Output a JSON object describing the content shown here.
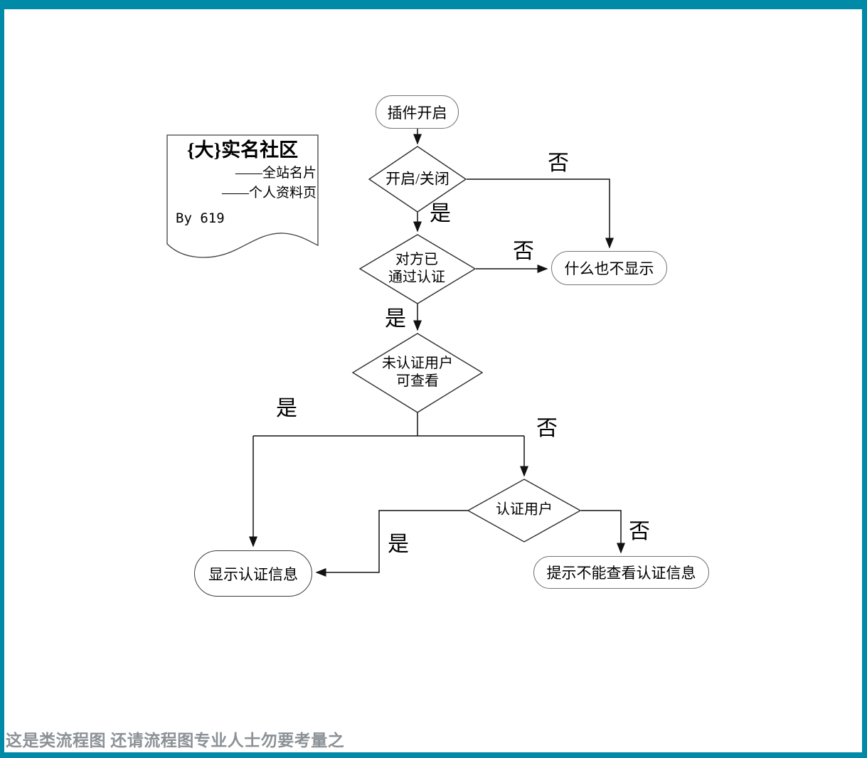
{
  "frame": {
    "color": "#0189a8"
  },
  "note": {
    "title": "{大}实名社区",
    "subtitle1": "——全站名片",
    "subtitle2": "——个人资料页",
    "byline": "By 619"
  },
  "nodes": {
    "start": {
      "label": "插件开启"
    },
    "toggle": {
      "label": "开启/关闭"
    },
    "verified": {
      "line1": "对方已",
      "line2": "通过认证"
    },
    "unverified_view": {
      "line1": "未认证用户",
      "line2": "可查看"
    },
    "viewer_verified": {
      "label": "认证用户"
    },
    "show_nothing": {
      "label": "什么也不显示"
    },
    "show_info": {
      "label": "显示认证信息"
    },
    "deny_info": {
      "label": "提示不能查看认证信息"
    }
  },
  "branches": {
    "toggle_no": "否",
    "toggle_yes": "是",
    "verified_no": "否",
    "verified_yes": "是",
    "unverified_yes": "是",
    "unverified_no": "否",
    "viewer_no": "否",
    "viewer_yes": "是"
  },
  "watermark": {
    "text": "这是类流程图 还请流程图专业人士勿要考量之",
    "color": "#8b9196"
  }
}
